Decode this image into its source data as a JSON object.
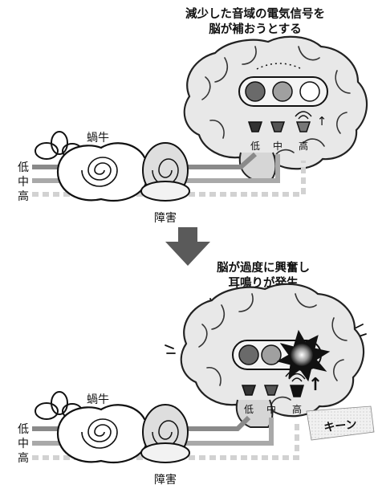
{
  "panel_top": {
    "caption_line1": "減少した音域の電気信号を",
    "caption_line2": "脳が補おうとする",
    "cochlea_label": "蝸牛",
    "damage_label": "障害",
    "freq_left": [
      "低",
      "中",
      "高"
    ],
    "freq_brain": [
      "低",
      "中",
      "高"
    ],
    "arrow_mark": "↑"
  },
  "panel_bottom": {
    "caption_line1": "脳が過度に興奮し",
    "caption_line2": "耳鳴りが発生",
    "cochlea_label": "蝸牛",
    "damage_label": "障害",
    "freq_left": [
      "低",
      "中",
      "高"
    ],
    "freq_brain": [
      "低",
      "中",
      "高"
    ],
    "arrow_mark": "↑",
    "tinnitus_sound": "キーン"
  },
  "colors": {
    "low_line": "#8a8a8a",
    "mid_line": "#a9a9a9",
    "high_line": "#d2d2d2",
    "brain_fill": "#e8e8e8",
    "transition_arrow": "#5a5a5a"
  }
}
